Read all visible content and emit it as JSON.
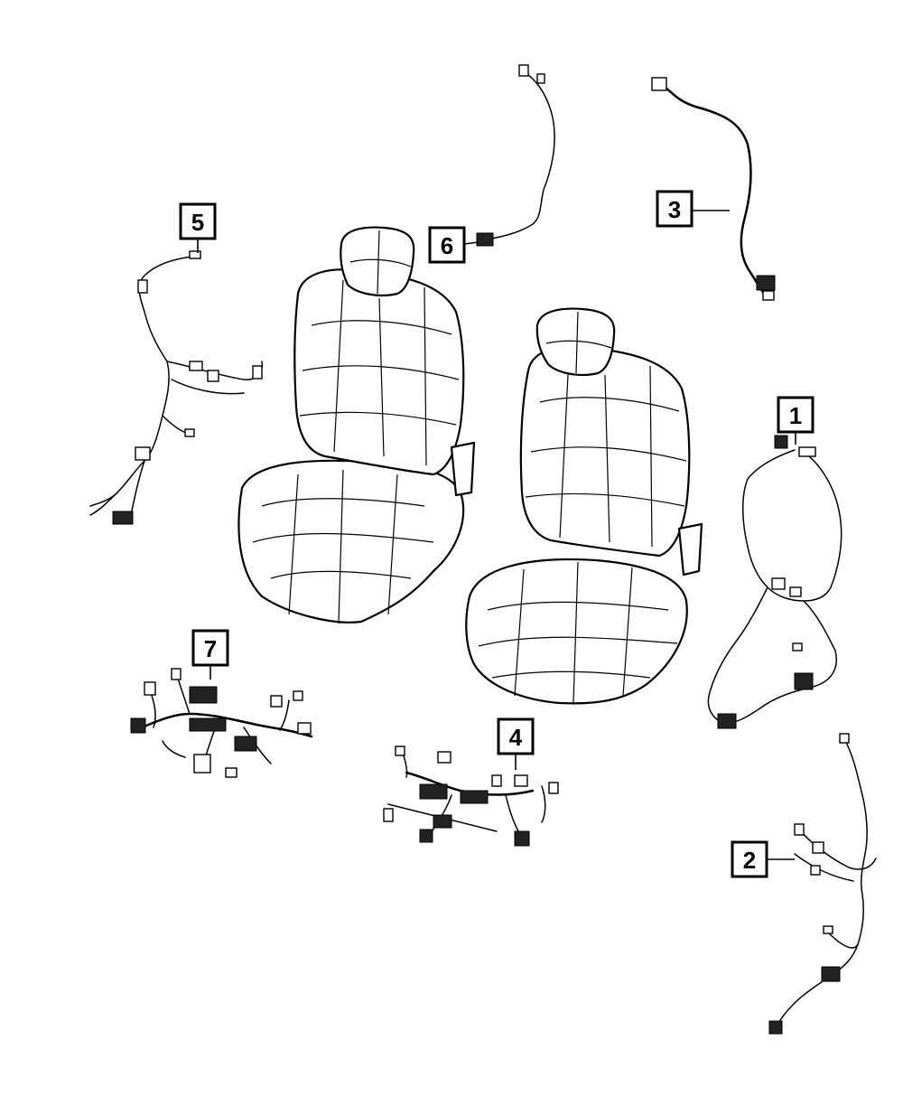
{
  "callouts": [
    {
      "id": "c1",
      "label": "1"
    },
    {
      "id": "c2",
      "label": "2"
    },
    {
      "id": "c3",
      "label": "3"
    },
    {
      "id": "c4",
      "label": "4"
    },
    {
      "id": "c5",
      "label": "5"
    },
    {
      "id": "c6",
      "label": "6"
    },
    {
      "id": "c7",
      "label": "7"
    }
  ],
  "colors": {
    "line": "#000000",
    "background": "#ffffff"
  }
}
